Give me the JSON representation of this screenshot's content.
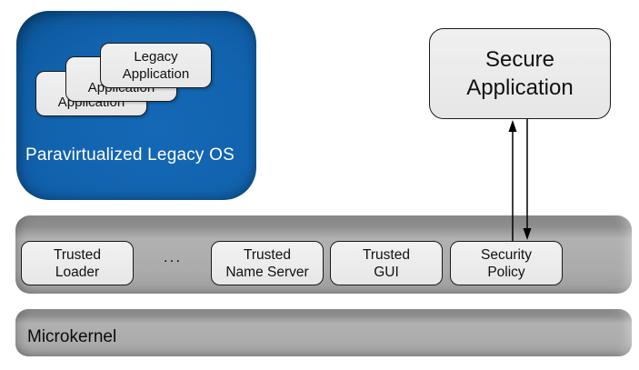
{
  "diagram": {
    "legacy_os": {
      "label": "Paravirtualized Legacy OS",
      "app_stack": {
        "count": 3,
        "line1": "Legacy",
        "line2": "Application"
      }
    },
    "secure_app": {
      "line1": "Secure",
      "line2": "Application"
    },
    "services_bar": {
      "ellipsis": "...",
      "items": [
        {
          "line1": "Trusted",
          "line2": "Loader"
        },
        {
          "line1": "Trusted",
          "line2": "Name Server"
        },
        {
          "line1": "Trusted",
          "line2": "GUI"
        },
        {
          "line1": "Security",
          "line2": "Policy"
        }
      ]
    },
    "microkernel": {
      "label": "Microkernel"
    },
    "colors": {
      "legacy_os_blue": "#1263AE",
      "legacy_os_blue_dark": "#0A4C87",
      "platform_gray": "#ABABAB",
      "platform_gray_dark": "#8A8A8A",
      "node_fill": "#EBEBEB",
      "node_border": "#1A1A1A",
      "arrow": "#000000",
      "os_label_text": "#FFFFFF"
    }
  }
}
